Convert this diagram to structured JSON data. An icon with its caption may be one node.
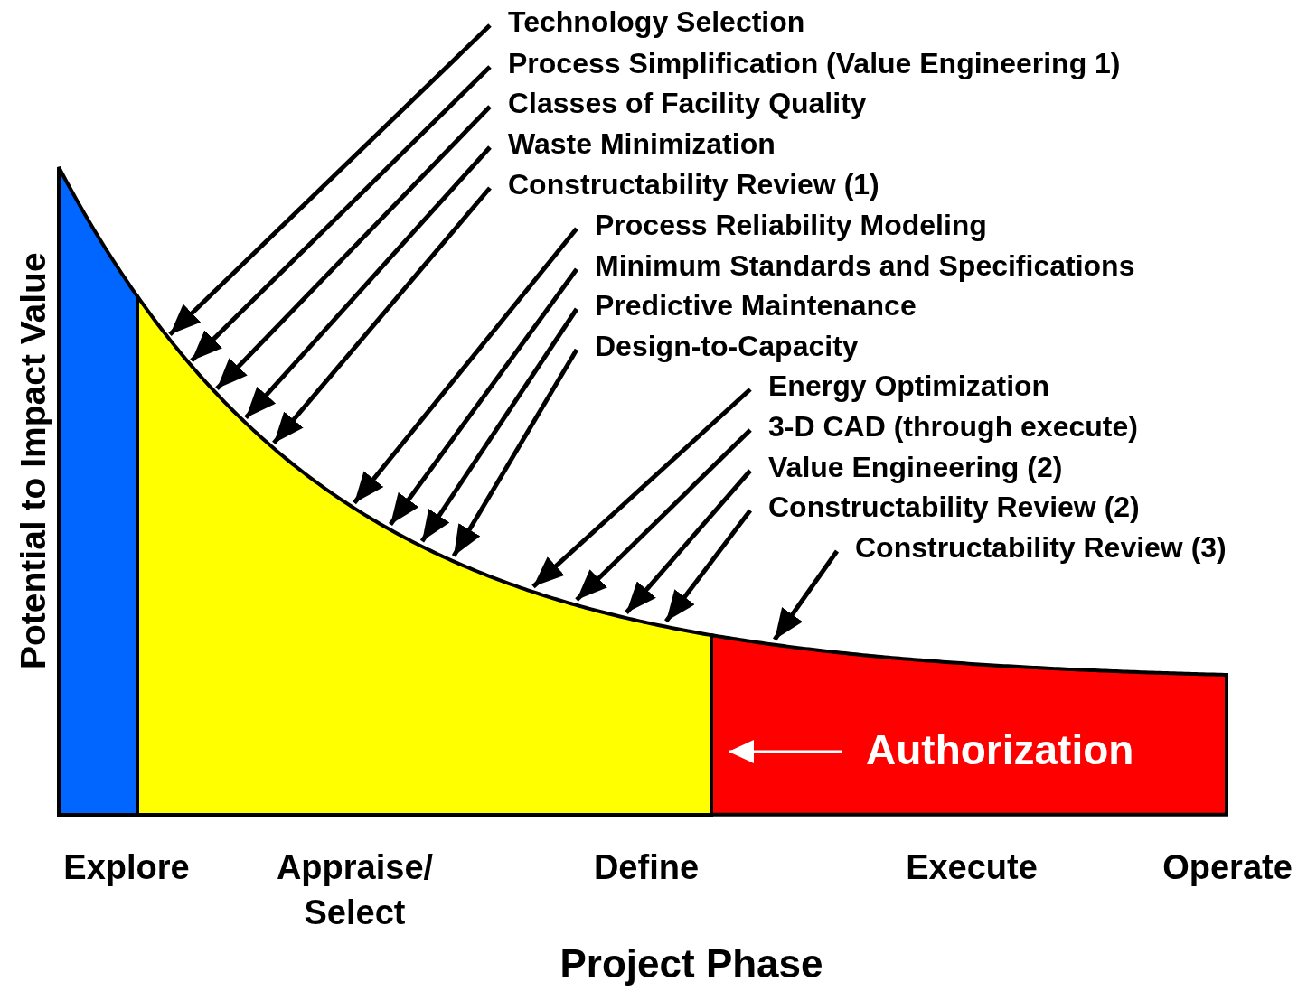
{
  "diagram": {
    "nodes": [
      {
        "text": [],
        "shape": "box"
      },
      {
        "text": [],
        "shape": "box"
      },
      {
        "text": [
          "Authorization"
        ]
      },
      {
        "text": [
          "Technology Selection"
        ]
      },
      {
        "text": [
          "Process Simplification (Value Engineering 1)"
        ]
      },
      {
        "text": [
          "Classes of Facility Quality"
        ]
      },
      {
        "text": [
          "Waste Minimization"
        ]
      },
      {
        "text": [
          "Constructability Review (1)"
        ]
      },
      {
        "text": [
          "Process Reliability Modeling"
        ]
      },
      {
        "text": [
          "Minimum Standards and Specifications"
        ]
      },
      {
        "text": [
          "Predictive Maintenance"
        ]
      },
      {
        "text": [
          "Design-to-Capacity"
        ]
      },
      {
        "text": [
          "Energy Optimization"
        ]
      },
      {
        "text": [
          "3-D CAD (through execute)"
        ]
      },
      {
        "text": [
          "Value Engineering (2)"
        ]
      },
      {
        "text": [
          "Constructability Review (2)"
        ]
      },
      {
        "text": [
          "Constructability Review (3)"
        ]
      }
    ],
    "edges": [
      {
        "from": 3,
        "to": 1,
        "arrow": "to"
      },
      {
        "from": 4,
        "to": 1,
        "arrow": "to"
      },
      {
        "from": 5,
        "to": 1,
        "arrow": "to"
      },
      {
        "from": 6,
        "to": 1,
        "arrow": "to"
      },
      {
        "from": 7,
        "to": 1,
        "arrow": "to"
      },
      {
        "from": 8,
        "to": 1,
        "arrow": "to"
      },
      {
        "from": 9,
        "to": 1,
        "arrow": "to"
      },
      {
        "from": 10,
        "to": 1,
        "arrow": "to"
      },
      {
        "from": 11,
        "to": 1,
        "arrow": "to"
      },
      {
        "from": 12,
        "to": 1,
        "arrow": "to"
      },
      {
        "from": 13,
        "to": 1,
        "arrow": "to"
      },
      {
        "from": 14,
        "to": 1,
        "arrow": "to"
      },
      {
        "from": 15,
        "to": 1,
        "arrow": "to"
      },
      {
        "from": 16,
        "to": 2,
        "arrow": "to"
      }
    ],
    "labels": [
      "Potential to Impact Value",
      "Explore",
      "Appraise/ Select",
      "Define",
      "Execute",
      "Operate",
      "Project Phase"
    ]
  }
}
